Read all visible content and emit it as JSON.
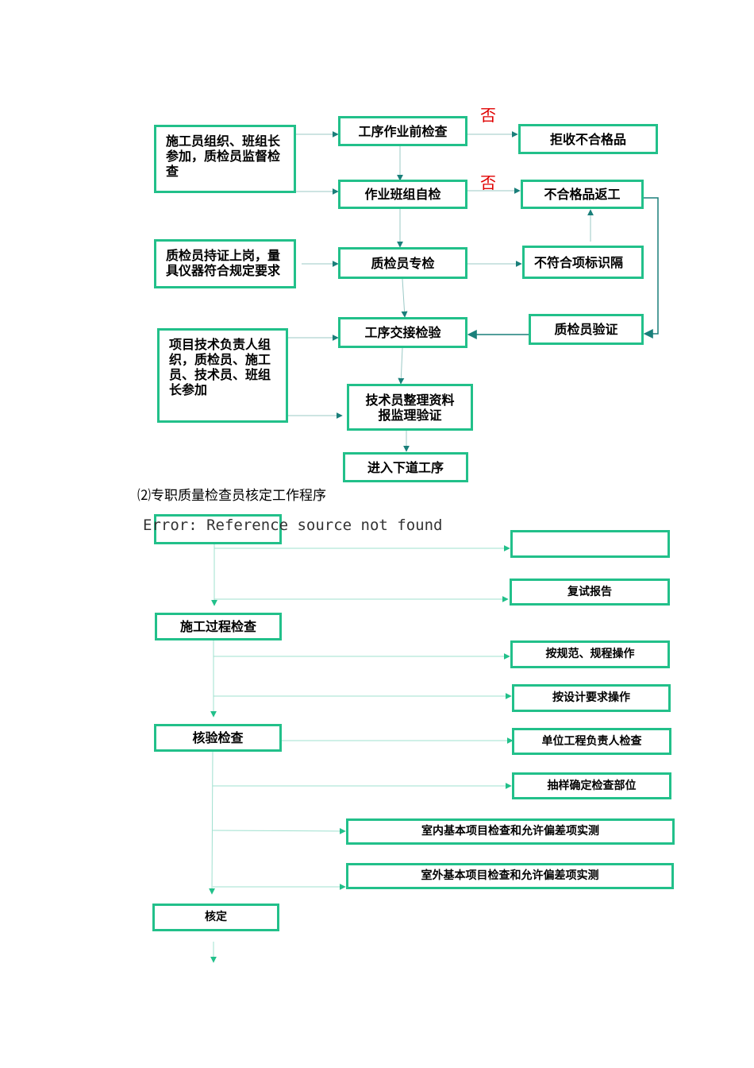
{
  "flow1": {
    "left_top": "施工员组织、班组长参加，质检员监督检查",
    "pre_check": "工序作业前检查",
    "reject": "拒收不合格品",
    "self_check": "作业班组自检",
    "rework": "不合格品返工",
    "inspector_qualified": "质检员持证上岗，量具仪器符合规定要求",
    "inspector_check": "质检员专检",
    "mark_isolate": "不符合项标识隔",
    "handover_check": "工序交接检验",
    "inspector_verify": "质检员验证",
    "tech_lead": "项目技术负责人组织，质检员、施工员、技术员、班组长参加",
    "tech_docs": "技术员整理资料报监理验证",
    "next_step": "进入下道工序",
    "no_1": "否",
    "no_2": "否"
  },
  "section_title": "⑵专职质量检查员核定工作程序",
  "error_text": "Error: Reference source not found",
  "flow2": {
    "retest_report": "复试报告",
    "process_check": "施工过程检查",
    "by_spec": "按规范、规程操作",
    "by_design": "按设计要求操作",
    "verify_check": "核验检查",
    "unit_lead": "单位工程负责人检查",
    "sampling": "抽样确定检查部位",
    "indoor": "室内基本项目检查和允许偏差项实测",
    "outdoor": "室外基本项目检查和允许偏差项实测",
    "approve": "核定"
  },
  "colors": {
    "box_border": "#22c08a",
    "arrow": "#1a7f7a",
    "no_text": "#e00000"
  }
}
